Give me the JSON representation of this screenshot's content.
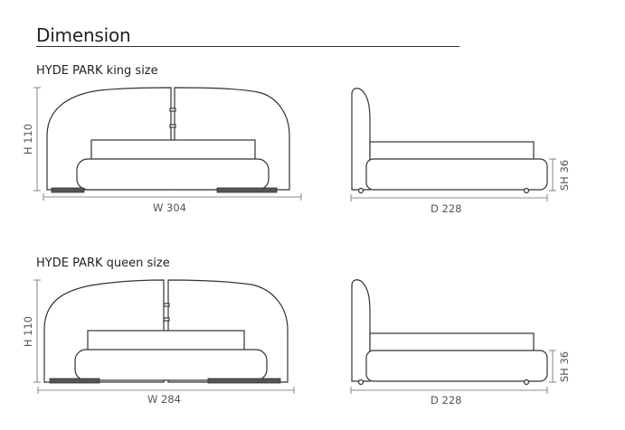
{
  "page": {
    "heading": "Dimension"
  },
  "king": {
    "title": "HYDE PARK king size",
    "height": "H 110",
    "width": "W 304",
    "depth": "D 228",
    "seat_height": "SH 36"
  },
  "queen": {
    "title": "HYDE PARK queen size",
    "height": "H 110",
    "width": "W 284",
    "depth": "D 228",
    "seat_height": "SH 36"
  }
}
